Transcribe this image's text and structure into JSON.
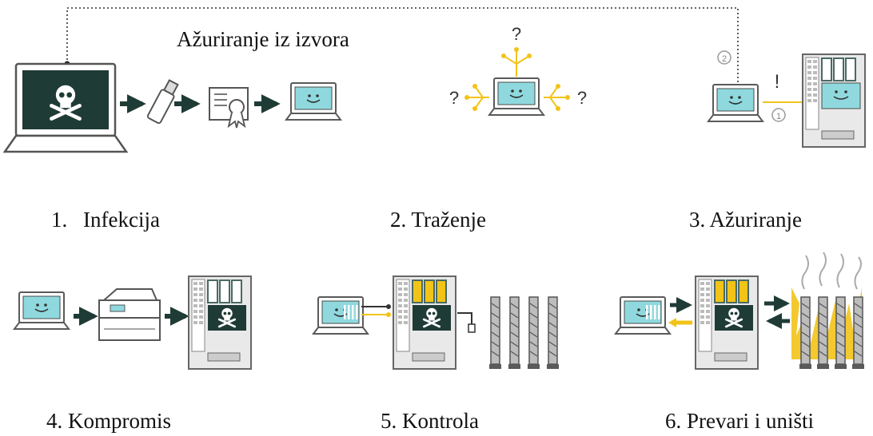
{
  "diagram": {
    "source_update_label": "Ažuriranje iz izvora",
    "colors": {
      "dark_green": "#1f3b36",
      "screen_cyan": "#8fd9de",
      "yellow": "#f2c318",
      "grey_light": "#e3e3e3",
      "grey_mid": "#9a9a9a",
      "grey_dark": "#5a5a5a"
    },
    "steps": [
      {
        "number": "1.",
        "title": "Infekcija"
      },
      {
        "number": "2.",
        "title": "Traženje"
      },
      {
        "number": "3.",
        "title": "Ažuriranje"
      },
      {
        "number": "4.",
        "title": "Kompromis"
      },
      {
        "number": "5.",
        "title": "Kontrola"
      },
      {
        "number": "6.",
        "title": "Prevari i uništi"
      }
    ],
    "question_marks": [
      "?",
      "?",
      "?"
    ],
    "exclamation": "!",
    "step_badges": [
      "2",
      "1"
    ]
  }
}
